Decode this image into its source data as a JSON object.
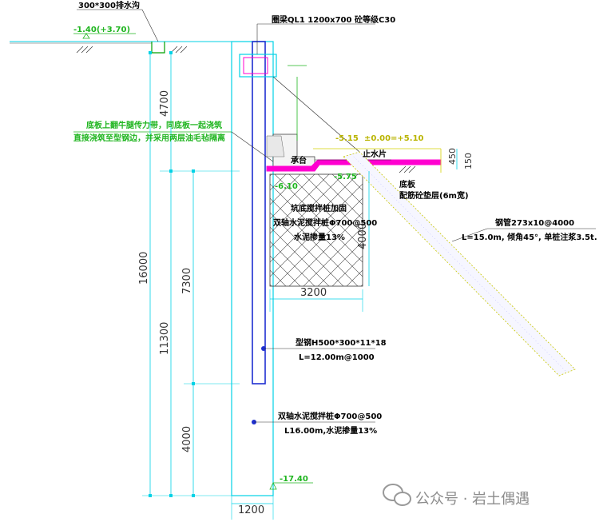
{
  "labels": {
    "drain_ditch": "300*300排水沟",
    "ring_beam": "圈梁QL1 1200x700 砼等级C30",
    "bottom_plate_note_line1": "底板上翻牛腿传力带，同底板一起浇筑",
    "bottom_plate_note_line2": "直接浇筑至型钢边，并采用两层油毛毡隔离",
    "pile_cap": "承台",
    "waterstop": "止水片",
    "bottom_plate": "底板",
    "cushion_layer": "配筋砼垫层(6m宽)",
    "reinforce_line1": "坑底搅拌桩加固",
    "reinforce_line2": "双轴水泥搅拌桩Φ700@500",
    "reinforce_line3": "水泥掺量13%",
    "steel_pipe_line1": "钢管273x10@4000",
    "steel_pipe_line2": "L=15.0m, 倾角45°, 单桩注浆3.5t.",
    "h_steel_line1": "型钢H500*300*11*18",
    "h_steel_line2": "L=12.00m@1000",
    "mixing_pile_line1": "双轴水泥搅拌桩Φ700@500",
    "mixing_pile_line2": "L16.00m,水泥掺量13%"
  },
  "elevations": {
    "top_ground": "-1.40(+3.70)",
    "e_515": "-5.15",
    "e_000": "±0.00=+5.10",
    "e_610": "-6.10",
    "e_575": "-5.75",
    "e_1740": "-17.40"
  },
  "dimensions": {
    "d_4700": "4700",
    "d_16000": "16000",
    "d_7300": "7300",
    "d_11300": "11300",
    "d_4000_bottom": "4000",
    "d_4000_reinf": "4000",
    "d_3200": "3200",
    "d_1200": "1200",
    "d_450": "450",
    "d_150": "150"
  },
  "watermark": {
    "text": "公众号 · 岩土偶遇"
  },
  "colors": {
    "cyan": "#00d2e6",
    "blue": "#1e2fd0",
    "magenta": "#ff00d0",
    "green": "#1fb51f",
    "yellow": "#d4d000"
  }
}
